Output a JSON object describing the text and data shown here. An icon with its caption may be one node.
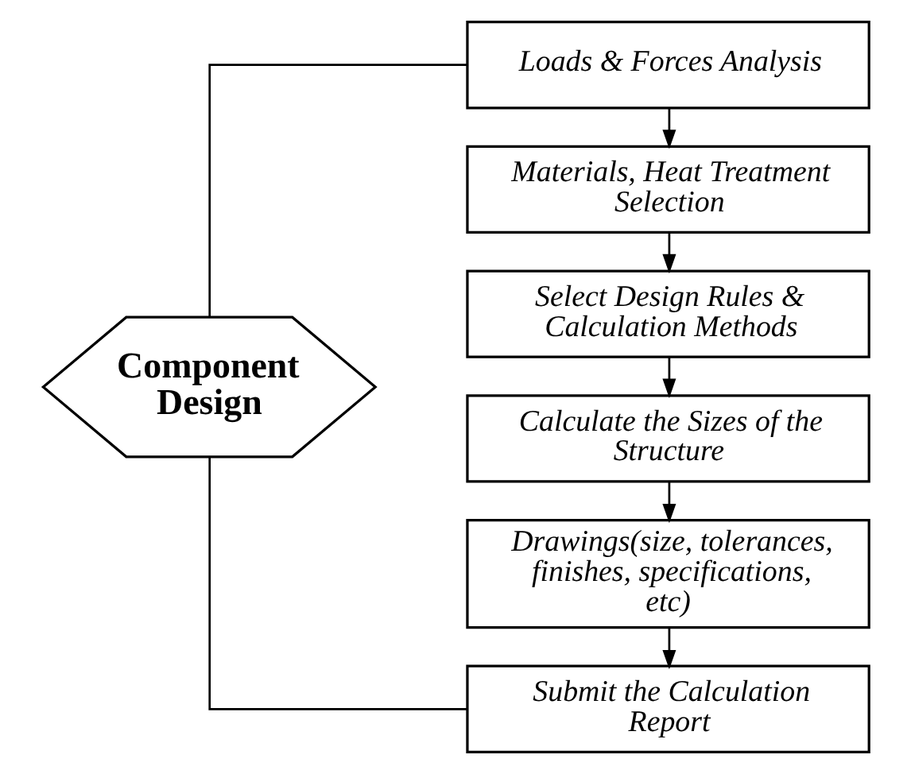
{
  "diagram": {
    "nodes": [
      {
        "text": [
          "Component Design"
        ]
      },
      {
        "text": [
          "Loads & Forces Analysis"
        ]
      },
      {
        "text": [
          "Materials, Heat Treatment Selection"
        ]
      },
      {
        "text": [
          "Select Design Rules & Calculation Methods"
        ]
      },
      {
        "text": [
          "Calculate the Sizes of the Structure"
        ]
      },
      {
        "text": [
          "Drawings(size, tolerances, finishes, specifications, etc)"
        ]
      },
      {
        "text": [
          "Submit the Calculation Report"
        ]
      }
    ],
    "edges": [
      {
        "from": 0,
        "to": 1,
        "arrow": "none"
      },
      {
        "from": 0,
        "to": 6,
        "arrow": "none"
      },
      {
        "from": 1,
        "to": 2,
        "arrow": "to"
      },
      {
        "from": 2,
        "to": 3,
        "arrow": "to"
      },
      {
        "from": 3,
        "to": 4,
        "arrow": "to"
      },
      {
        "from": 4,
        "to": 5,
        "arrow": "to"
      },
      {
        "from": 5,
        "to": 6,
        "arrow": "to"
      }
    ]
  }
}
